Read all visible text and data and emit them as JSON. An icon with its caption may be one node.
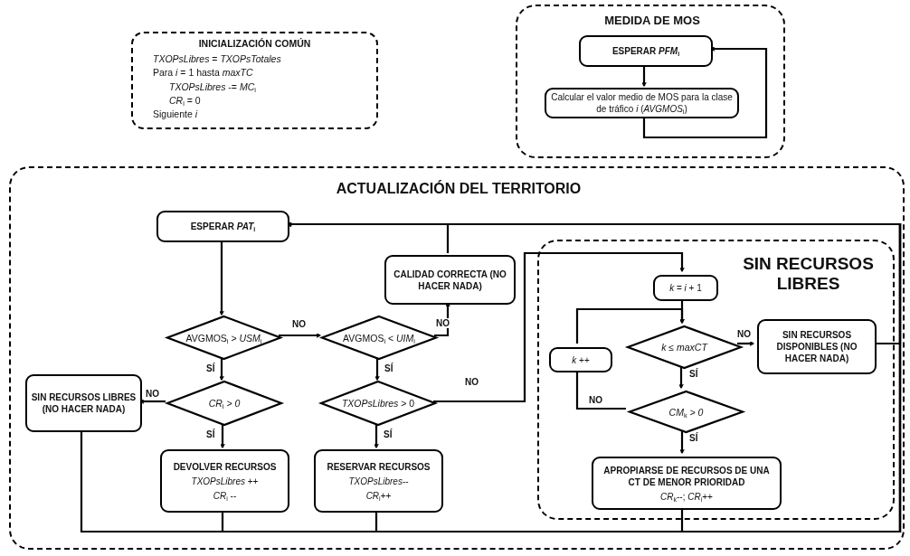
{
  "diagram": {
    "nodes": [
      {
        "text": [
          "INICIALIZACIÓN COMÚN",
          "*TXOPsLibres* = *TXOPsTotales*",
          "Para *i* = 1 hasta *maxTC*",
          "*TXOPsLibres* -= *MC*$_{i}$",
          "*CR*$_{i}$ = 0",
          "Siguiente *i*"
        ]
      },
      {
        "text": [
          "MEDIDA DE MOS"
        ]
      },
      {
        "text": [
          "ESPERAR *PFM*$_{i}$"
        ],
        "in": 1
      },
      {
        "text": [
          "Calcular el valor medio de MOS para la clase de tráfico *i* (*AVGMOS*$_{i}$)"
        ],
        "in": 1
      },
      {
        "text": [
          "ACTUALIZACIÓN DEL TERRITORIO"
        ]
      },
      {
        "text": [
          "ESPERAR *PAT*$_{i}$"
        ],
        "in": 4
      },
      {
        "text": [
          "CALIDAD CORRECTA (NO HACER NADA)"
        ],
        "in": 4
      },
      {
        "text": [
          "AVGMOS$_{i}$ > *USM*$_{i}$"
        ],
        "in": 4
      },
      {
        "text": [
          "AVGMOS$_{i}$ < *UIM*$_{i}$"
        ],
        "in": 4
      },
      {
        "text": [
          "SIN RECURSOS LIBRES (NO HACER NADA)"
        ],
        "in": 4
      },
      {
        "text": [
          "*CR*$_{i}$ *> 0*"
        ],
        "in": 4
      },
      {
        "text": [
          "*TXOPsLibres* > 0"
        ],
        "in": 4
      },
      {
        "text": [
          "DEVOLVER RECURSOS",
          "*TXOPsLibres* ++",
          "*CR*$_{i}$ --"
        ],
        "in": 4
      },
      {
        "text": [
          "RESERVAR RECURSOS",
          "*TXOPsLibres*--",
          "*CR*$_{i}$++"
        ],
        "in": 4
      },
      {
        "text": [
          "SIN RECURSOS LIBRES"
        ],
        "in": 4
      },
      {
        "text": [
          "*k* = *i* + 1"
        ],
        "in": 14
      },
      {
        "text": [
          "*k* ++"
        ],
        "in": 14
      },
      {
        "text": [
          "*k* ≤ *maxCT*"
        ],
        "in": 14
      },
      {
        "text": [
          "SIN RECURSOS DISPONIBLES (NO HACER NADA)"
        ],
        "in": 14
      },
      {
        "text": [
          "*CM*$_{k}$ *> 0*"
        ],
        "in": 14
      },
      {
        "text": [
          "APROPIARSE DE RECURSOS DE UNA CT DE MENOR PRIORIDAD",
          "*CR*$_{k}$--; *CR*$_{i}$++"
        ],
        "in": 14
      }
    ],
    "edges": [
      {
        "from": 2,
        "to": 3,
        "arrow": "to"
      },
      {
        "from": 3,
        "to": 2,
        "arrow": "to"
      },
      {
        "from": 5,
        "to": 7,
        "arrow": "to"
      },
      {
        "from": 7,
        "to": 8,
        "arrow": "to",
        "label": "NO"
      },
      {
        "from": 7,
        "to": 10,
        "arrow": "to",
        "label": "SÍ"
      },
      {
        "from": 8,
        "to": 6,
        "arrow": "to",
        "label": "NO"
      },
      {
        "from": 8,
        "to": 11,
        "arrow": "to",
        "label": "SÍ"
      },
      {
        "from": 10,
        "to": 9,
        "arrow": "to",
        "label": "NO"
      },
      {
        "from": 10,
        "to": 12,
        "arrow": "to",
        "label": "SÍ"
      },
      {
        "from": 11,
        "to": 13,
        "arrow": "to",
        "label": "SÍ"
      },
      {
        "from": 11,
        "to": 15,
        "arrow": "to",
        "label": "NO"
      },
      {
        "from": 15,
        "to": 17,
        "arrow": "to"
      },
      {
        "from": 17,
        "to": 18,
        "arrow": "to",
        "label": "NO"
      },
      {
        "from": 17,
        "to": 19,
        "arrow": "to",
        "label": "SÍ"
      },
      {
        "from": 19,
        "to": 16,
        "arrow": "to",
        "label": "NO"
      },
      {
        "from": 16,
        "to": 17,
        "arrow": "to"
      },
      {
        "from": 19,
        "to": 20,
        "arrow": "to",
        "label": "SÍ"
      },
      {
        "from": 9,
        "to": 5,
        "arrow": "to"
      },
      {
        "from": 12,
        "to": 5,
        "arrow": "to"
      },
      {
        "from": 13,
        "to": 5,
        "arrow": "to"
      },
      {
        "from": 20,
        "to": 5,
        "arrow": "to"
      },
      {
        "from": 18,
        "to": 5,
        "arrow": "to"
      },
      {
        "from": 6,
        "to": 5,
        "arrow": "to"
      }
    ]
  }
}
